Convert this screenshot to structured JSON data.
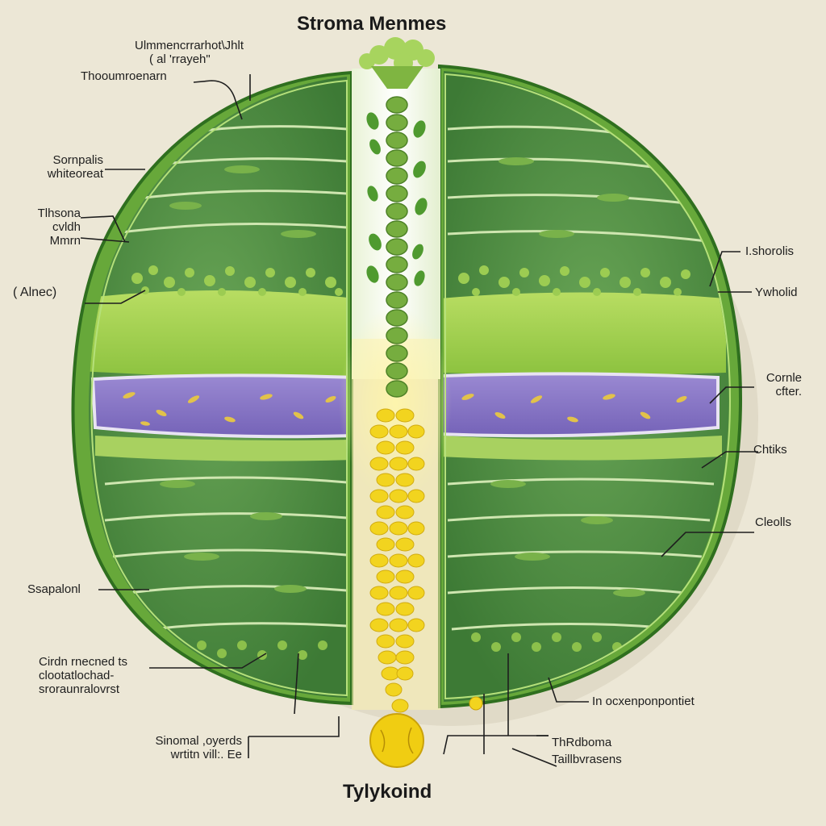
{
  "title_top": "Stroma Menmes",
  "title_bottom": "Tylykoind",
  "colors": {
    "background": "#ece7d6",
    "membrane_outer": "#3f8a25",
    "stroma_green": "#4f8f45",
    "lamella_light": "#a9d45a",
    "lumen_purple": "#8b78c7",
    "granule_yellow": "#f2d41f",
    "stalk_green": "#7fb541"
  },
  "labels": {
    "top_left": {
      "line1": "Ulmmencrrarhot\\Jhlt",
      "line2": "( al 'rrayeh\"",
      "line3": "Thooumroenarn"
    },
    "left_1": {
      "line1": "Sornpalis",
      "line2": "whiteoreat"
    },
    "left_2": {
      "line1": "Tlhsona",
      "line2": "cvldh",
      "line3": "Mmrn"
    },
    "left_3": {
      "text": "( Alnec)"
    },
    "left_4": {
      "text": "Ssapalonl"
    },
    "left_5": {
      "line1": "Cirdn rnecned ts",
      "line2": "clootatlochad-",
      "line3": "sroraunralovrst"
    },
    "bottom_left": {
      "line1": "Sinomal ,oyerds",
      "line2": "wrtitn vill:. Ee"
    },
    "right_1": {
      "text": "I.shorolis"
    },
    "right_2": {
      "text": "Ywholid"
    },
    "right_3": {
      "line1": "Cornle",
      "line2": "cfter."
    },
    "right_4": {
      "text": "Chtiks"
    },
    "right_5": {
      "text": "Cleolls"
    },
    "right_6": {
      "text": "In ocxenponpontiet"
    },
    "bottom_right": {
      "line1": "ThRdboma",
      "line2": "Taillbvrasens"
    }
  }
}
